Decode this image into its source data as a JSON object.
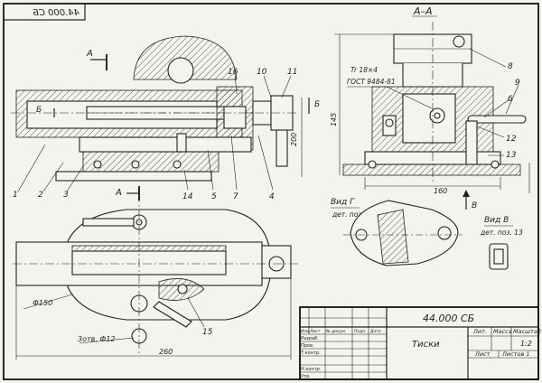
{
  "stamp_mirrored": "44.000 СБ",
  "section_title": "А–А",
  "cut_marks": {
    "a_top": "А",
    "a_bottom": "А",
    "b_left": "Б",
    "b_right": "Б"
  },
  "thread_label_1": "Tr 18×4",
  "thread_label_2": "ГОСТ 9484-81",
  "dims": {
    "d145": "145",
    "d200": "200",
    "d160": "160",
    "d260": "260",
    "d150": "Ф150",
    "holes": "3отв. Ф12"
  },
  "part_numbers": {
    "p1": "1",
    "p2": "2",
    "p3": "3",
    "p4": "4",
    "p5": "5",
    "p6": "6",
    "p7": "7",
    "p8": "8",
    "p9": "9",
    "p10": "10",
    "p11": "11",
    "p12": "12",
    "p13": "13",
    "p14": "14",
    "p15": "15",
    "p16": "16"
  },
  "view_g": {
    "title": "Вид Г",
    "subtitle": "дет. поз. 2"
  },
  "view_v": {
    "title": "Вид В",
    "subtitle": "дет. поз. 13"
  },
  "arrow_v_label": "В",
  "title_block": {
    "doc_code": "44.000 СБ",
    "name": "Тиски",
    "lit": "Лит.",
    "mass": "Масса",
    "scale": "Масштаб",
    "scale_value": "1:2",
    "sheet": "Лист",
    "sheets": "Листов 1",
    "col_izm": "Изм.",
    "col_list": "Лист",
    "col_doc": "№ докум.",
    "col_sign": "Подп.",
    "col_date": "Дата",
    "razrab": "Разраб.",
    "prov": "Пров.",
    "tkontr": "Т.контр.",
    "nkontr": "Н.контр.",
    "utv": "Утв."
  }
}
